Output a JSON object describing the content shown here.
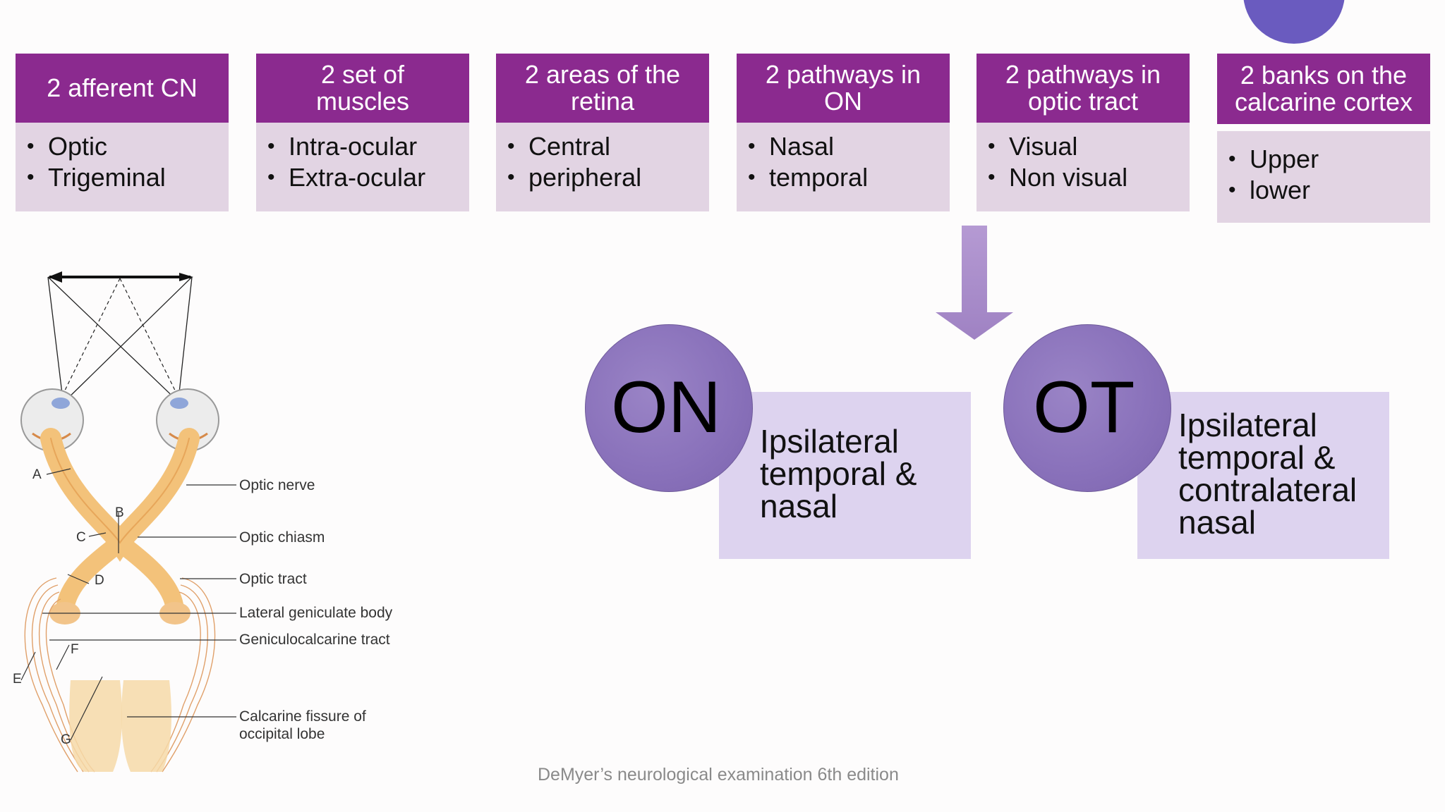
{
  "cards": [
    {
      "title_lines": [
        "2 afferent CN"
      ],
      "items": [
        "Optic",
        "Trigeminal"
      ]
    },
    {
      "title_lines": [
        "2 set of",
        "muscles"
      ],
      "items": [
        "Intra-ocular",
        "Extra-ocular"
      ]
    },
    {
      "title_lines": [
        "2 areas of the",
        "retina"
      ],
      "items": [
        "Central",
        "peripheral"
      ]
    },
    {
      "title_lines": [
        "2 pathways in",
        "ON"
      ],
      "items": [
        "Nasal",
        "temporal"
      ]
    },
    {
      "title_lines": [
        "2 pathways in",
        "optic tract"
      ],
      "items": [
        "Visual",
        "Non visual"
      ]
    },
    {
      "title_lines": [
        "2 banks on the",
        "calcarine cortex"
      ],
      "items": [
        "Upper",
        "lower"
      ]
    }
  ],
  "on_block": {
    "label": "ON",
    "text_lines": [
      "Ipsilateral",
      "temporal &",
      "nasal"
    ]
  },
  "ot_block": {
    "label": "OT",
    "text_lines": [
      "Ipsilateral",
      "temporal &",
      "contralateral",
      "nasal"
    ]
  },
  "diagram": {
    "letters": [
      "A",
      "B",
      "C",
      "D",
      "E",
      "F",
      "G"
    ],
    "labels": [
      "Optic nerve",
      "Optic chiasm",
      "Optic tract",
      "Lateral geniculate body",
      "Geniculocalcarine tract",
      "Calcarine fissure of",
      "occipital lobe"
    ]
  },
  "citation": "DeMyer’s neurological examination 6th edition",
  "colors": {
    "header_purple": "#8b2a8f",
    "body_pink": "#e2d4e3",
    "lavender_box": "#ddd3ef",
    "disc_purple": "#8a72bb",
    "corner_circle": "#6a5bbf",
    "arrow_purple": "#a98bc9"
  }
}
